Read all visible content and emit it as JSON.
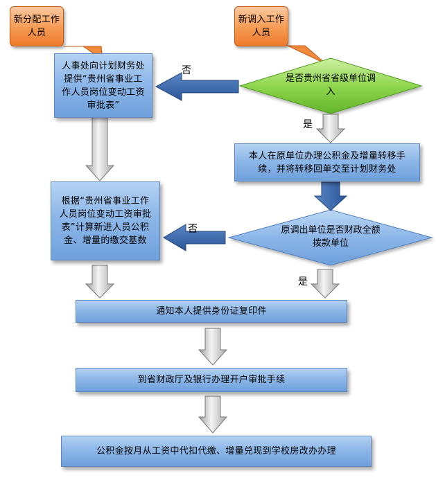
{
  "start_new": "新分配工作人员",
  "start_transfer": "新调入工作人员",
  "decision_provincial": "是否贵州省省级单位调入",
  "hr_submit": "人事处向计划财务处提供“贵州省事业工作人员岗位变动工资审批表”",
  "transfer_fund": "本人在原单位办理公积金及增量转移手续，并将转移回单交至计划财务处",
  "calc_base": "根据“贵州省事业工作人员岗位变动工资审批表”计算新进人员公积金、增量的缴交基数",
  "decision_full_funding": "原调出单位是否财政全额拨款单位",
  "notify_id": "通知本人提供身份证复印件",
  "bank_account": "到省财政厅及银行办理开户审批手续",
  "final_step": "公积金按月从工资中代扣代缴、增量兑现到学校房改办办理",
  "label_no_1": "否",
  "label_yes_1": "是",
  "label_no_2": "否",
  "label_yes_2": "是"
}
